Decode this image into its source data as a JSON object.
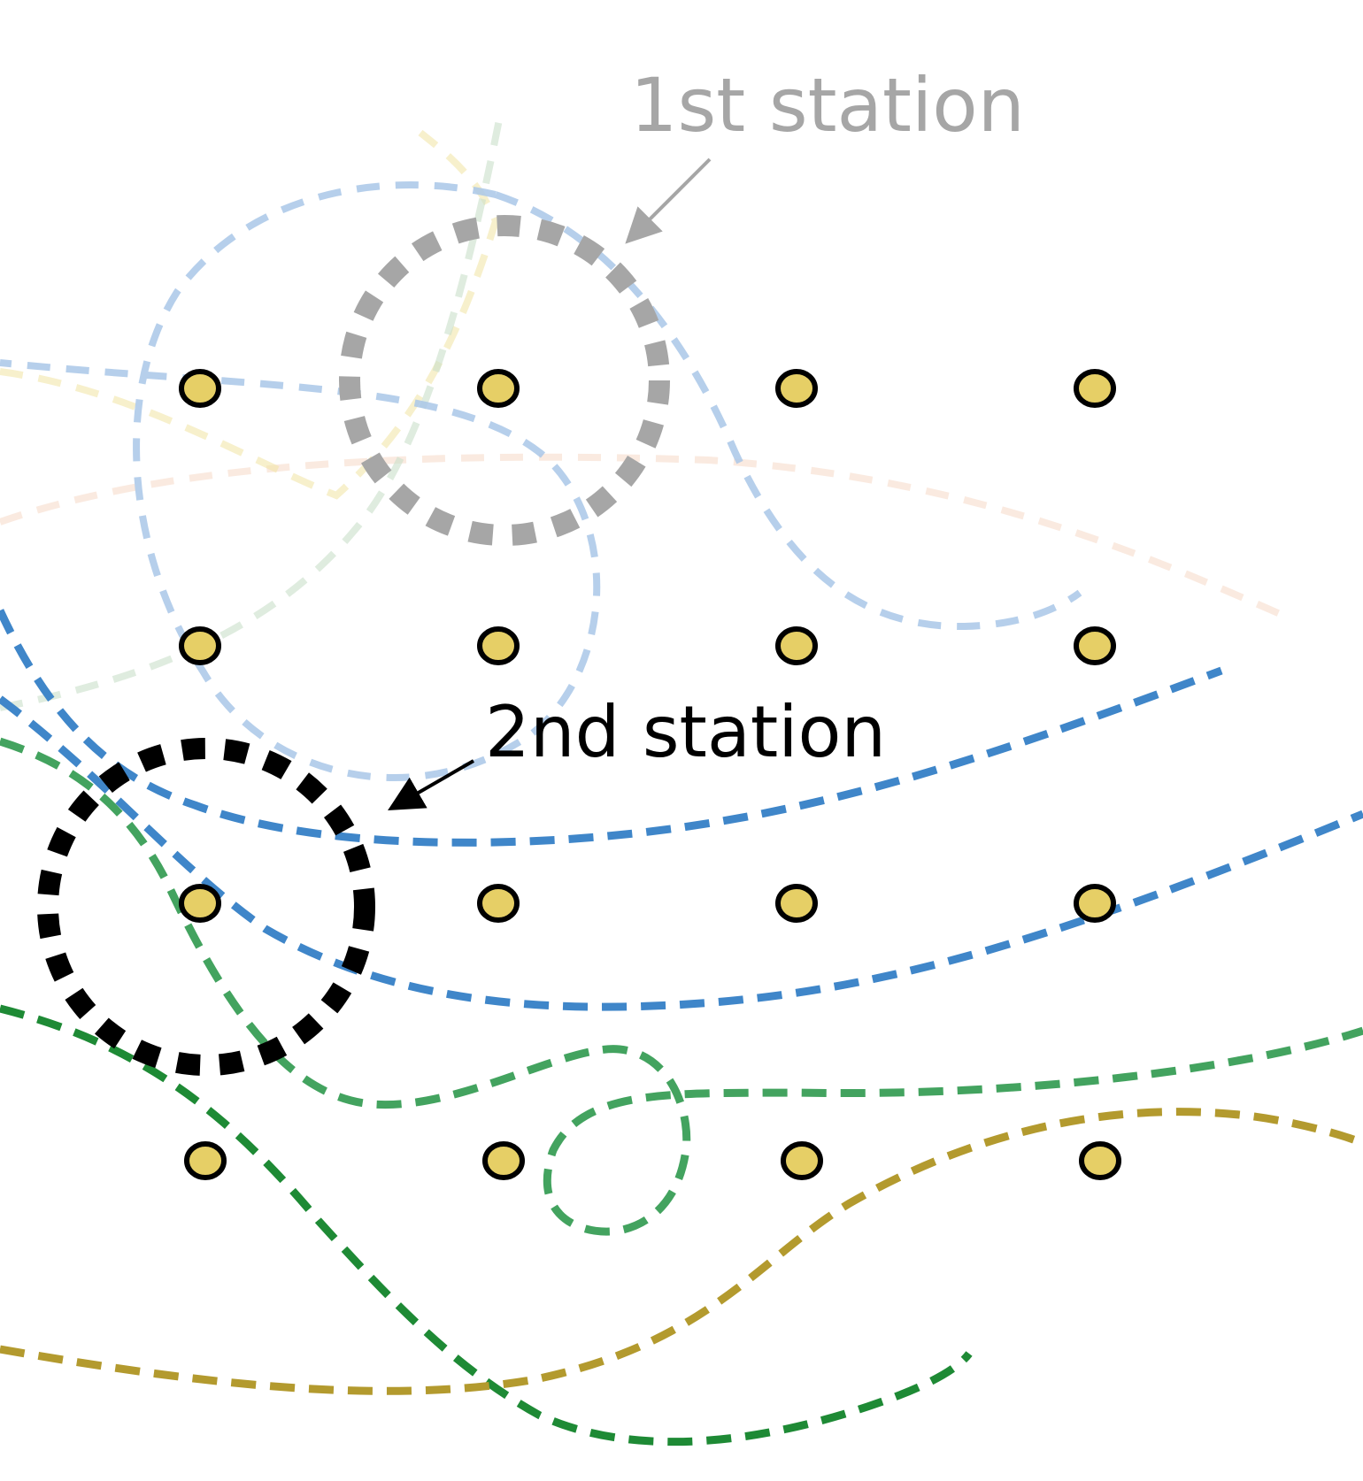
{
  "labels": {
    "first_station": "1st station",
    "second_station": "2nd station"
  },
  "colors": {
    "background": "#ffffff",
    "node_fill": "#e6cf66",
    "node_stroke": "#000000",
    "first_station": "#a6a6a6",
    "second_station": "#000000",
    "first_station_label": "#a6a6a6",
    "second_station_label": "#000000"
  },
  "grid": {
    "rows": 4,
    "columns": 4
  },
  "trajectories": [
    {
      "id": "faint-blue-loop",
      "color": "#a9c7e8",
      "opacity": 0.85
    },
    {
      "id": "faint-blue-upper",
      "color": "#a9c7e8",
      "opacity": 0.85
    },
    {
      "id": "faint-yellow",
      "color": "#f1e3a3",
      "opacity": 0.55
    },
    {
      "id": "faint-green",
      "color": "#c9dfc9",
      "opacity": 0.6
    },
    {
      "id": "faint-orange",
      "color": "#f6d9c6",
      "opacity": 0.55
    },
    {
      "id": "blue-upper",
      "color": "#3f86c9",
      "opacity": 1
    },
    {
      "id": "blue-lower",
      "color": "#3f86c9",
      "opacity": 1
    },
    {
      "id": "green-loop",
      "color": "#43a35f",
      "opacity": 1
    },
    {
      "id": "dark-green",
      "color": "#1e8a35",
      "opacity": 1
    },
    {
      "id": "olive",
      "color": "#b39a2e",
      "opacity": 1
    }
  ]
}
